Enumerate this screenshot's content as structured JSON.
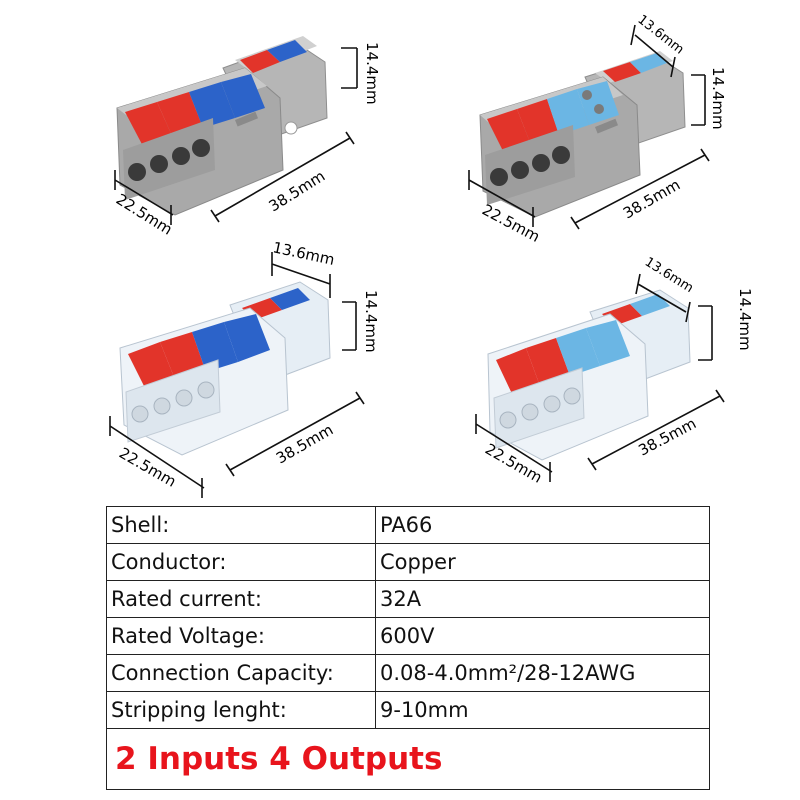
{
  "products": [
    {
      "variant": "gray-shell-red-blue-levers",
      "dims": {
        "height": "14.4mm",
        "length": "38.5mm",
        "width": "22.5mm"
      }
    },
    {
      "variant": "gray-shell-red-lightblue-levers",
      "dims": {
        "depth": "13.6mm",
        "height": "14.4mm",
        "length": "38.5mm",
        "width": "22.5mm"
      }
    },
    {
      "variant": "clear-shell-red-blue-levers",
      "dims": {
        "depth": "13.6mm",
        "height": "14.4mm",
        "length": "38.5mm",
        "width": "22.5mm"
      }
    },
    {
      "variant": "clear-shell-red-lightblue-levers",
      "dims": {
        "depth": "13.6mm",
        "height": "14.4mm",
        "length": "38.5mm",
        "width": "22.5mm"
      }
    }
  ],
  "specs": [
    {
      "label": "Shell:",
      "value": "PA66"
    },
    {
      "label": "Conductor:",
      "value": "Copper"
    },
    {
      "label": "Rated current:",
      "value": "32A"
    },
    {
      "label": "Rated Voltage:",
      "value": "600V"
    },
    {
      "label": "Connection Capacity:",
      "value": "0.08-4.0mm²/28-12AWG"
    },
    {
      "label": "Stripping lenght:",
      "value": "9-10mm"
    }
  ],
  "footer": "2 Inputs 4 Outputs",
  "colors": {
    "shell_gray": "#a9a9a9",
    "shell_clear": "#e6eef5",
    "lever_red": "#e2342a",
    "lever_blue": "#2c63c9",
    "lever_lightblue": "#6bb6e4",
    "footer_red": "#e8141c"
  }
}
